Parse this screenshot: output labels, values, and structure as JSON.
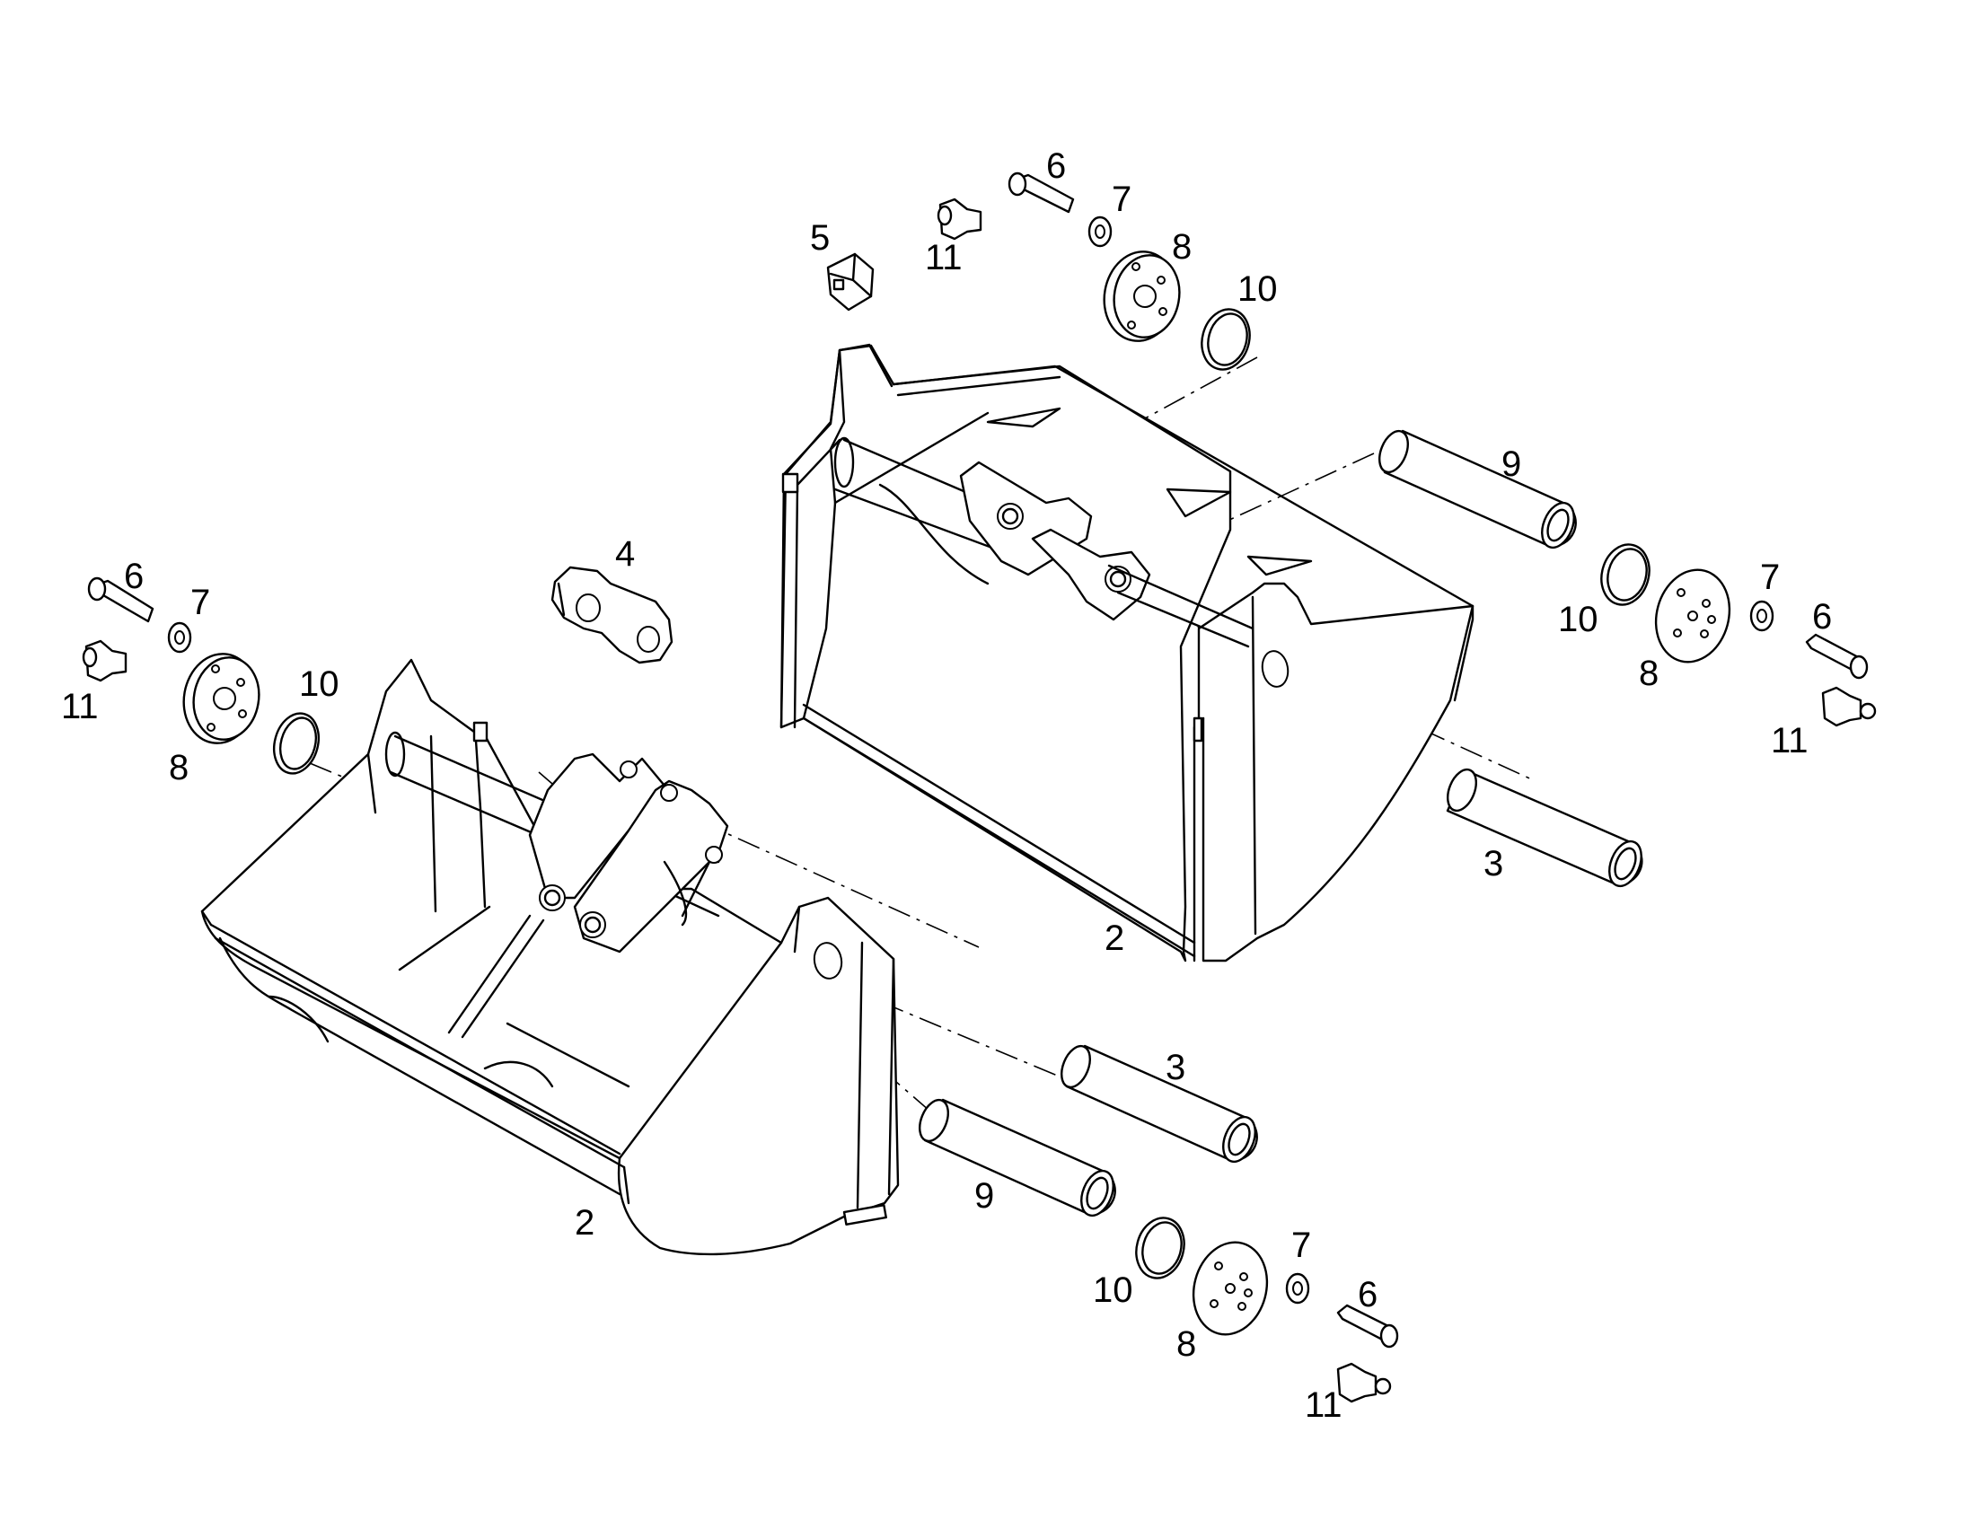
{
  "callouts": {
    "lower_bucket": "2",
    "upper_bucket": "2",
    "pin_lower": "3",
    "pin_upper": "3",
    "link": "4",
    "stop_block": "5",
    "bolt_left": "6",
    "bolt_top": "6",
    "bolt_right": "6",
    "bolt_bottom": "6",
    "washer_left": "7",
    "washer_top": "7",
    "washer_right": "7",
    "washer_bottom": "7",
    "plate_left": "8",
    "plate_top": "8",
    "plate_right": "8",
    "plate_bottom": "8",
    "pin_9_lower": "9",
    "pin_9_upper": "9",
    "ring_left": "10",
    "ring_top": "10",
    "ring_right": "10",
    "ring_bottom": "10",
    "nipple_left": "11",
    "nipple_top": "11",
    "nipple_right": "11",
    "nipple_bottom": "11"
  },
  "colors": {
    "line": "#000000",
    "background": "#ffffff"
  }
}
